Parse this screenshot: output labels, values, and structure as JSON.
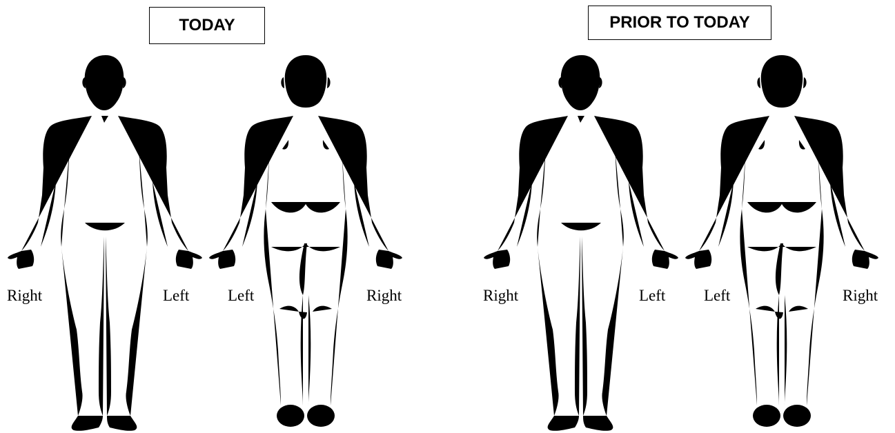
{
  "panels": [
    {
      "title": "TODAY",
      "front_left_label": "Right",
      "front_right_label": "Left",
      "back_left_label": "Left",
      "back_right_label": "Right"
    },
    {
      "title": "PRIOR TO TODAY",
      "front_left_label": "Right",
      "front_right_label": "Left",
      "back_left_label": "Left",
      "back_right_label": "Right"
    }
  ],
  "icons": {
    "front": "body-front-icon",
    "back": "body-back-icon"
  }
}
